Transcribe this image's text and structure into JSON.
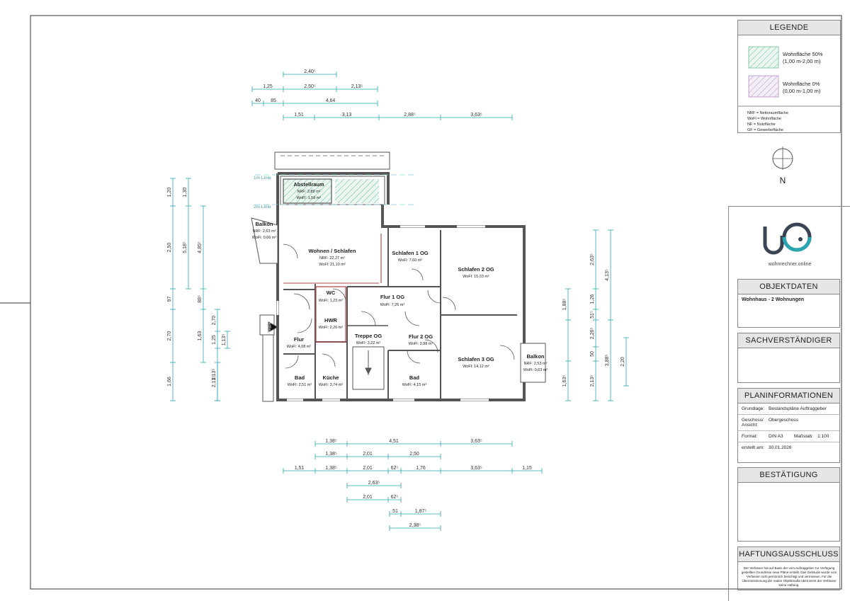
{
  "legend": {
    "title": "LEGENDE",
    "item1": "Wohnfläche 50%",
    "item1_sub": "(1,00 m-2,00 m)",
    "item2": "Wohnfläche 0%",
    "item2_sub": "(0,00 m-1,00 m)",
    "abbr": [
      "NRF = Nettoraumfläche",
      "WoFl = Wohnfläche",
      "NF = Nutzfläche",
      "GF = Gewerbefläche"
    ],
    "green": "#4caf7d",
    "purple": "#9b6fb0"
  },
  "north": "N",
  "logo_text": "wohnrechner.online",
  "objektdaten": {
    "title": "OBJEKTDATEN",
    "value": "Wohnhaus - 2 Wohnungen"
  },
  "sachverstaendiger": {
    "title": "SACHVERSTÄNDIGER"
  },
  "planinfo": {
    "title": "PLANINFORMATIONEN",
    "grundlage_label": "Grundlage:",
    "grundlage": "Bestandspläne Auftraggeber",
    "geschoss_label": "Geschoss/ Ansicht:",
    "geschoss": "Obergeschoss",
    "format_label": "Format:",
    "format": "DIN A3",
    "massstab_label": "Maßstab:",
    "massstab": "1:100",
    "erstellt_label": "erstellt am:",
    "erstellt": "30.01.2026"
  },
  "bestaetigung": {
    "title": "BESTÄTIGUNG"
  },
  "haftung": {
    "title": "HAFTUNGSAUSSCHLUSS",
    "text": "Der Verfasser hat auf Basis der vom Auftraggeber zur Verfügung gestellten Grundrisse neue Pläne erstellt. Das Gebäude wurde vom Verfasser nicht persönlich besichtigt und vermessen. Für die Übereinstimmung der realen Objektmaße übernimmt der Verfasser keine Haftung."
  },
  "lines": {
    "line1": "1m Linie",
    "line2": "2m Linie"
  },
  "rooms": [
    {
      "name": "Abstellraum",
      "l1": "NRF: 2,89 m²",
      "l2": "WoFl: 1,59 m²"
    },
    {
      "name": "Balkon",
      "l1": "NRF: 2,63 m²",
      "l2": "WoFl: 0,66 m²"
    },
    {
      "name": "Wohnen / Schlafen",
      "l1": "NRF: 22,27 m²",
      "l2": "WoFl: 21,10 m²"
    },
    {
      "name": "Schlafen 1 OG",
      "l1": "WoFl: 7,60 m²"
    },
    {
      "name": "Schlafen 2 OG",
      "l1": "WoFl: 15,03 m²"
    },
    {
      "name": "WC",
      "l1": "WoFl: 1,23 m²"
    },
    {
      "name": "Flur 1 OG",
      "l1": "WoFl: 7,26 m²"
    },
    {
      "name": "HWR",
      "l1": "WoFl: 2,26 m²"
    },
    {
      "name": "Treppe OG",
      "l1": "WoFl: 3,22 m²"
    },
    {
      "name": "Flur 2 OG",
      "l1": "WoFl: 3,98 m²"
    },
    {
      "name": "Flur",
      "l1": "WoFl: 4,08 m²"
    },
    {
      "name": "Schlafen 3 OG",
      "l1": "WoFl: 14,12 m²"
    },
    {
      "name": "Balkon",
      "l1": "NRF: 2,53 m²",
      "l2": "WoFl: 0,63 m²"
    },
    {
      "name": "Bad",
      "l1": "WoFl: 2,51 m²"
    },
    {
      "name": "Küche",
      "l1": "WoFl: 3,74 m²"
    },
    {
      "name": "Bad",
      "l1": "WoFl: 4,15 m²"
    }
  ],
  "dims_top": [
    [
      "2,40⁵"
    ],
    [
      "1,25",
      "2,50⁵",
      "2,13⁵"
    ],
    [
      "40",
      "85",
      "4,64"
    ],
    [
      "1,51",
      "3,13",
      "2,88⁵",
      "3,63⁵"
    ]
  ],
  "dims_bottom": [
    [
      "1,38⁵",
      "4,51",
      "3,63⁵"
    ],
    [
      "1,38⁵",
      "2,01",
      "2,50"
    ],
    [
      "1,51",
      "1,38⁵",
      "2,01",
      "62⁵",
      "1,76",
      "3,63⁵",
      "1,15"
    ],
    [
      "2,63⁵"
    ],
    [
      "2,01",
      "62⁵"
    ],
    [
      "51",
      "1,87⁵"
    ],
    [
      "2,38⁵"
    ]
  ],
  "dims_left": [
    [
      "1,20",
      "2,50",
      "97",
      "2,70",
      "1,66"
    ],
    [
      "1,30",
      "5,18⁵"
    ],
    [
      "4,85⁵",
      "88⁵",
      "1,63"
    ],
    [
      "2,70",
      "1,25",
      "1,13⁵",
      "2,13⁵"
    ]
  ],
  "dims_right": [
    [
      "2,63⁵",
      "1,26",
      "51⁵",
      "2,26⁵",
      "50",
      "2,13⁵"
    ],
    [
      "4,13⁵",
      "3,88⁵"
    ],
    [
      "1,88⁵",
      "1,63⁵"
    ],
    [
      "2,20"
    ]
  ],
  "stair_label": "Treppe OG"
}
